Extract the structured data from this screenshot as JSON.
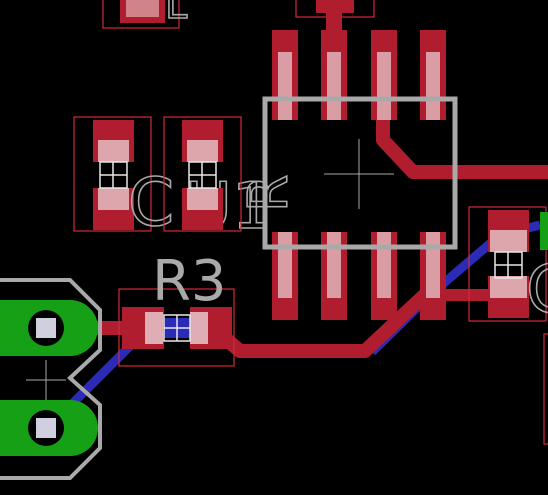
{
  "canvas": {
    "background": "#000000"
  },
  "colors": {
    "top_copper": "#b01d2e",
    "top_copper_overlap": "#c23a5e",
    "bottom_copper": "#2b2bb8",
    "pad_green": "#16a016",
    "silkscreen": "#a9a9a9",
    "pad_highlight": "#e8c8cc",
    "outline_red": "#d12a3a",
    "via_fill": "#cfcfe0"
  },
  "labels": {
    "r3": "R3",
    "c_label": "C",
    "u1_label": "U1",
    "r_label": "R",
    "top_partial": "L"
  },
  "components": [
    {
      "id": "u1",
      "type": "soic-8"
    },
    {
      "id": "r3",
      "type": "smd-0603"
    },
    {
      "id": "c-left",
      "type": "smd-0805"
    },
    {
      "id": "r-middle",
      "type": "smd-0805"
    },
    {
      "id": "c-right",
      "type": "smd-0805"
    },
    {
      "id": "j1",
      "type": "through-hole-header"
    }
  ]
}
